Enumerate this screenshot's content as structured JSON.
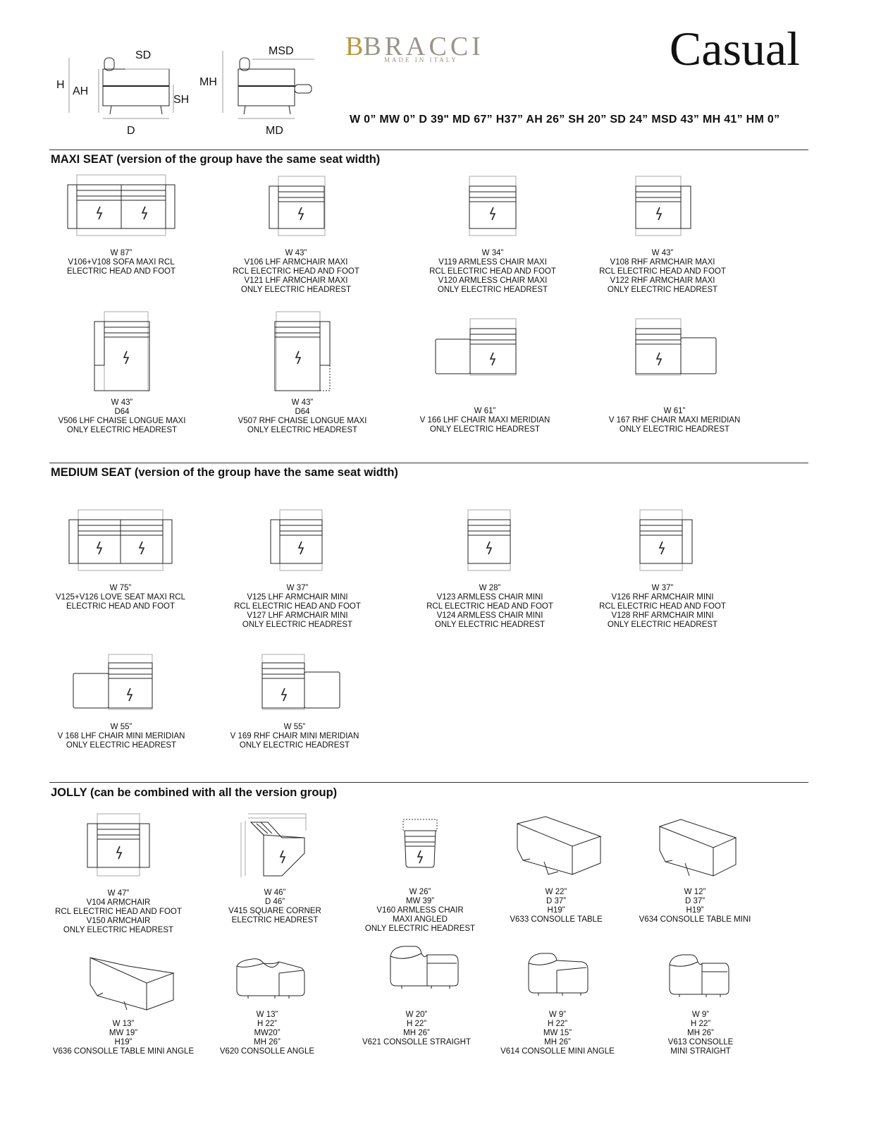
{
  "header": {
    "brand": "BRACCI",
    "brand_sub": "MADE IN ITALY",
    "collection": "Casual",
    "dimensions_line": "W 0” MW 0” D 39\" MD 67” H37” AH 26” SH 20” SD 24” MSD 43” MH 41” HM 0”",
    "diagram_labels": {
      "h": "H",
      "ah": "AH",
      "sd": "SD",
      "sh": "SH",
      "d": "D",
      "msd": "MSD",
      "mh": "MH",
      "md": "MD"
    }
  },
  "sections": {
    "maxi": "MAXI SEAT (version of the group have the same seat width)",
    "medium": "MEDIUM SEAT (version of the group have the same seat width)",
    "jolly": "JOLLY (can be combined with all the version group)"
  },
  "products": [
    {
      "icon": "sofa-2seat-icon",
      "lines": [
        "W 87”",
        "V106+V108 SOFA MAXI RCL",
        "ELECTRIC HEAD AND FOOT"
      ]
    },
    {
      "icon": "armchair-lhf-icon",
      "lines": [
        "W 43”",
        "V106 LHF ARMCHAIR MAXI",
        "RCL ELECTRIC HEAD AND FOOT",
        "V121 LHF ARMCHAIR MAXI",
        "ONLY ELECTRIC HEADREST"
      ]
    },
    {
      "icon": "armless-chair-icon",
      "lines": [
        "W 34”",
        "V119 ARMLESS CHAIR MAXI",
        "RCL ELECTRIC HEAD AND FOOT",
        "V120 ARMLESS CHAIR MAXI",
        "ONLY ELECTRIC HEADREST"
      ]
    },
    {
      "icon": "armchair-rhf-icon",
      "lines": [
        "W 43”",
        "V108 RHF ARMCHAIR MAXI",
        "RCL ELECTRIC HEAD AND FOOT",
        "V122 RHF ARMCHAIR MAXI",
        "ONLY ELECTRIC HEADREST"
      ]
    },
    {
      "icon": "chaise-lhf-icon",
      "lines": [
        "W 43”",
        "D64",
        "V506 LHF CHAISE LONGUE MAXI",
        "ONLY ELECTRIC HEADREST"
      ]
    },
    {
      "icon": "chaise-rhf-icon",
      "lines": [
        "W 43”",
        "D64",
        "V507 RHF CHAISE LONGUE MAXI",
        "ONLY ELECTRIC HEADREST"
      ]
    },
    {
      "icon": "meridian-lhf-icon",
      "lines": [
        "W 61”",
        "V 166 LHF CHAIR MAXI MERIDIAN",
        "ONLY  ELECTRIC HEADREST"
      ]
    },
    {
      "icon": "meridian-rhf-icon",
      "lines": [
        "W 61”",
        "V 167 RHF CHAIR MAXI MERIDIAN",
        "ONLY  ELECTRIC HEADREST"
      ]
    },
    {
      "icon": "loveseat-icon",
      "lines": [
        "W 75”",
        "V125+V126 LOVE SEAT MAXI RCL",
        "ELECTRIC HEAD AND FOOT"
      ]
    },
    {
      "icon": "armchair-mini-lhf-icon",
      "lines": [
        "W 37”",
        "V125 LHF ARMCHAIR MINI",
        "RCL ELECTRIC HEAD AND FOOT",
        "V127 LHF ARMCHAIR MINI",
        "ONLY ELECTRIC HEADREST"
      ]
    },
    {
      "icon": "armless-chair-mini-icon",
      "lines": [
        "W 28”",
        "V123 ARMLESS CHAIR MINI",
        "RCL ELECTRIC HEAD AND FOOT",
        "V124 ARMLESS CHAIR MINI",
        "ONLY ELECTRIC HEADREST"
      ]
    },
    {
      "icon": "armchair-mini-rhf-icon",
      "lines": [
        "W 37”",
        "V126 RHF ARMCHAIR MINI",
        "RCL ELECTRIC HEAD AND FOOT",
        "V128 RHF ARMCHAIR MINI",
        "ONLY ELECTRIC HEADREST"
      ]
    },
    {
      "icon": "meridian-mini-lhf-icon",
      "lines": [
        "W 55”",
        "V 168 LHF CHAIR MINI MERIDIAN",
        "ONLY  ELECTRIC HEADREST"
      ]
    },
    {
      "icon": "meridian-mini-rhf-icon",
      "lines": [
        "W 55”",
        "V 169 RHF CHAIR MINI MERIDIAN",
        "ONLY  ELECTRIC HEADREST"
      ]
    },
    {
      "icon": "armchair-icon",
      "lines": [
        "W 47”",
        "V104 ARMCHAIR",
        "RCL ELECTRIC HEAD AND FOOT",
        "V150 ARMCHAIR",
        "ONLY ELECTRIC HEADREST"
      ]
    },
    {
      "icon": "square-corner-icon",
      "lines": [
        "W 46”",
        "D 46”",
        "V415 SQUARE CORNER",
        "ELECTRIC HEADREST"
      ]
    },
    {
      "icon": "armless-angled-icon",
      "lines": [
        "W 26”",
        "MW 39”",
        "V160 ARMLESS CHAIR",
        "MAXI ANGLED",
        "ONLY ELECTRIC HEADREST"
      ]
    },
    {
      "icon": "consolle-table-icon",
      "lines": [
        "W 22”",
        "D 37”",
        "H19”",
        "V633 CONSOLLE TABLE"
      ]
    },
    {
      "icon": "consolle-table-mini-icon",
      "lines": [
        "W 12”",
        "D 37”",
        "H19”",
        "V634 CONSOLLE TABLE MINI"
      ]
    },
    {
      "icon": "consolle-table-angle-icon",
      "lines": [
        "W 13”",
        "MW 19”",
        "H19”",
        "V636 CONSOLLE TABLE MINI ANGLE"
      ]
    },
    {
      "icon": "consolle-angle-icon",
      "lines": [
        "W 13”",
        "H 22”",
        "MW20”",
        "MH 26”",
        "V620 CONSOLLE ANGLE"
      ]
    },
    {
      "icon": "consolle-straight-icon",
      "lines": [
        "W 20”",
        "H 22”",
        "MH 26”",
        "V621 CONSOLLE STRAIGHT"
      ]
    },
    {
      "icon": "consolle-mini-angle-icon",
      "lines": [
        "W 9”",
        "H 22”",
        "MW 15”",
        "MH 26”",
        "V614 CONSOLLE MINI ANGLE"
      ]
    },
    {
      "icon": "consolle-mini-straight-icon",
      "lines": [
        "W 9”",
        "H 22”",
        "MH 26”",
        "V613 CONSOLLE",
        "MINI STRAIGHT"
      ]
    }
  ]
}
